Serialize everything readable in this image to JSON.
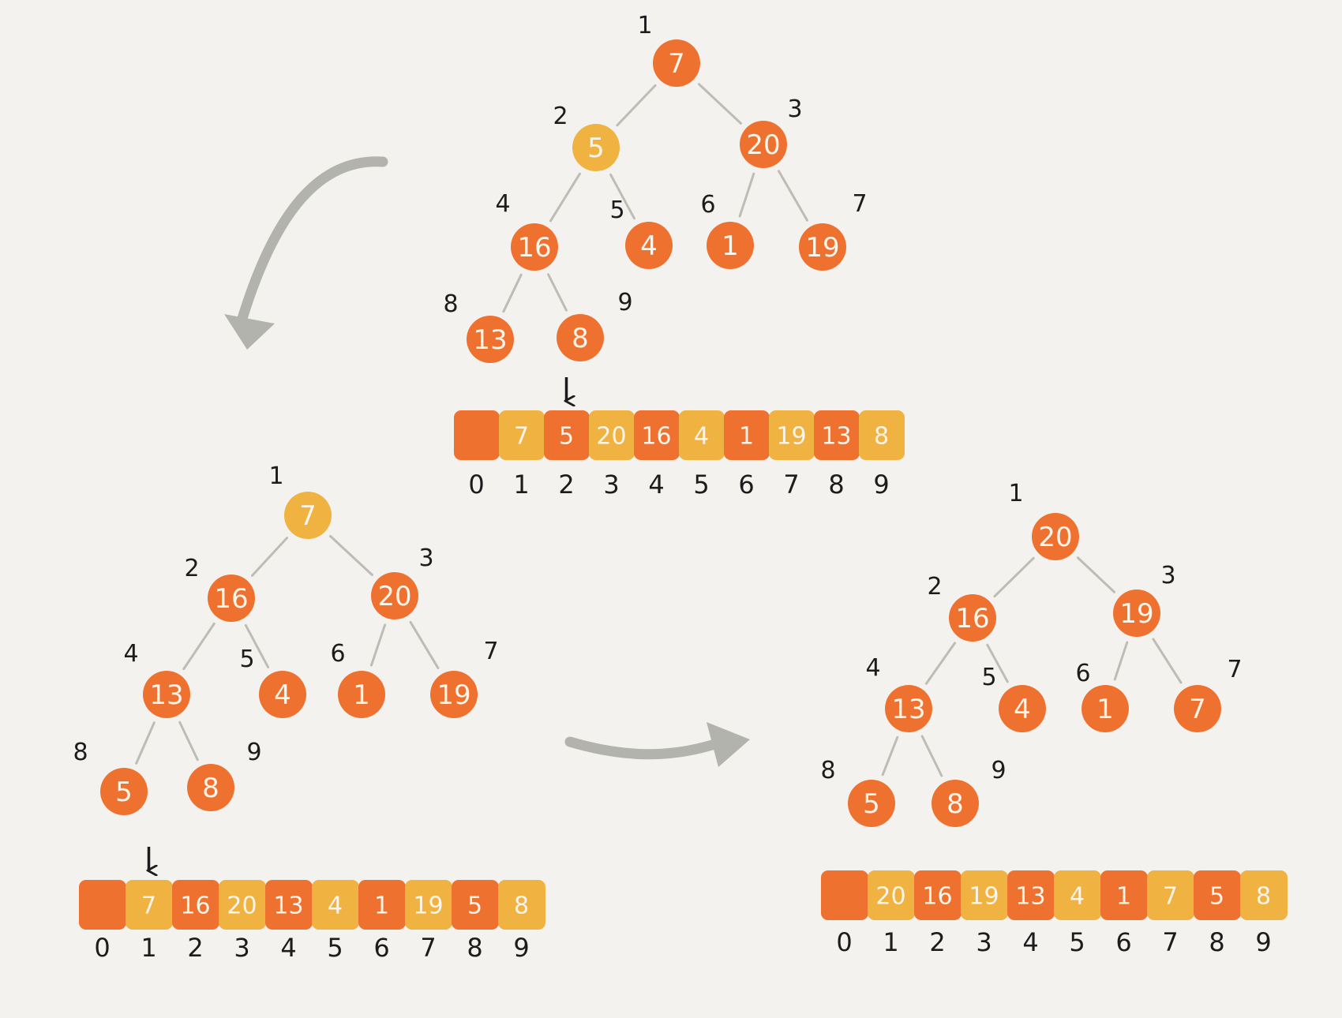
{
  "colors": {
    "orange": "#ee7130",
    "yellow": "#f0b241",
    "edge": "#bdbdb6",
    "arrow": "#b3b3ad",
    "ink": "#1c1c1c",
    "background": "#f3f2ee"
  },
  "diagrams": [
    {
      "id": "top",
      "nodes": [
        {
          "index": "1",
          "value": "7",
          "color": "orange"
        },
        {
          "index": "2",
          "value": "5",
          "color": "yellow"
        },
        {
          "index": "3",
          "value": "20",
          "color": "orange"
        },
        {
          "index": "4",
          "value": "16",
          "color": "orange"
        },
        {
          "index": "5",
          "value": "4",
          "color": "orange"
        },
        {
          "index": "6",
          "value": "1",
          "color": "orange"
        },
        {
          "index": "7",
          "value": "19",
          "color": "orange"
        },
        {
          "index": "8",
          "value": "13",
          "color": "orange"
        },
        {
          "index": "9",
          "value": "8",
          "color": "orange"
        }
      ],
      "array": {
        "cells": [
          "",
          "7",
          "5",
          "20",
          "16",
          "4",
          "1",
          "19",
          "13",
          "8"
        ],
        "indices": [
          "0",
          "1",
          "2",
          "3",
          "4",
          "5",
          "6",
          "7",
          "8",
          "9"
        ],
        "pointer_at": 2
      }
    },
    {
      "id": "bottom-left",
      "nodes": [
        {
          "index": "1",
          "value": "7",
          "color": "yellow"
        },
        {
          "index": "2",
          "value": "16",
          "color": "orange"
        },
        {
          "index": "3",
          "value": "20",
          "color": "orange"
        },
        {
          "index": "4",
          "value": "13",
          "color": "orange"
        },
        {
          "index": "5",
          "value": "4",
          "color": "orange"
        },
        {
          "index": "6",
          "value": "1",
          "color": "orange"
        },
        {
          "index": "7",
          "value": "19",
          "color": "orange"
        },
        {
          "index": "8",
          "value": "5",
          "color": "orange"
        },
        {
          "index": "9",
          "value": "8",
          "color": "orange"
        }
      ],
      "array": {
        "cells": [
          "",
          "7",
          "16",
          "20",
          "13",
          "4",
          "1",
          "19",
          "5",
          "8"
        ],
        "indices": [
          "0",
          "1",
          "2",
          "3",
          "4",
          "5",
          "6",
          "7",
          "8",
          "9"
        ],
        "pointer_at": 1
      }
    },
    {
      "id": "bottom-right",
      "nodes": [
        {
          "index": "1",
          "value": "20",
          "color": "orange"
        },
        {
          "index": "2",
          "value": "16",
          "color": "orange"
        },
        {
          "index": "3",
          "value": "19",
          "color": "orange"
        },
        {
          "index": "4",
          "value": "13",
          "color": "orange"
        },
        {
          "index": "5",
          "value": "4",
          "color": "orange"
        },
        {
          "index": "6",
          "value": "1",
          "color": "orange"
        },
        {
          "index": "7",
          "value": "7",
          "color": "orange"
        },
        {
          "index": "8",
          "value": "5",
          "color": "orange"
        },
        {
          "index": "9",
          "value": "8",
          "color": "orange"
        }
      ],
      "array": {
        "cells": [
          "",
          "20",
          "16",
          "19",
          "13",
          "4",
          "1",
          "7",
          "5",
          "8"
        ],
        "indices": [
          "0",
          "1",
          "2",
          "3",
          "4",
          "5",
          "6",
          "7",
          "8",
          "9"
        ],
        "pointer_at": null
      }
    }
  ]
}
